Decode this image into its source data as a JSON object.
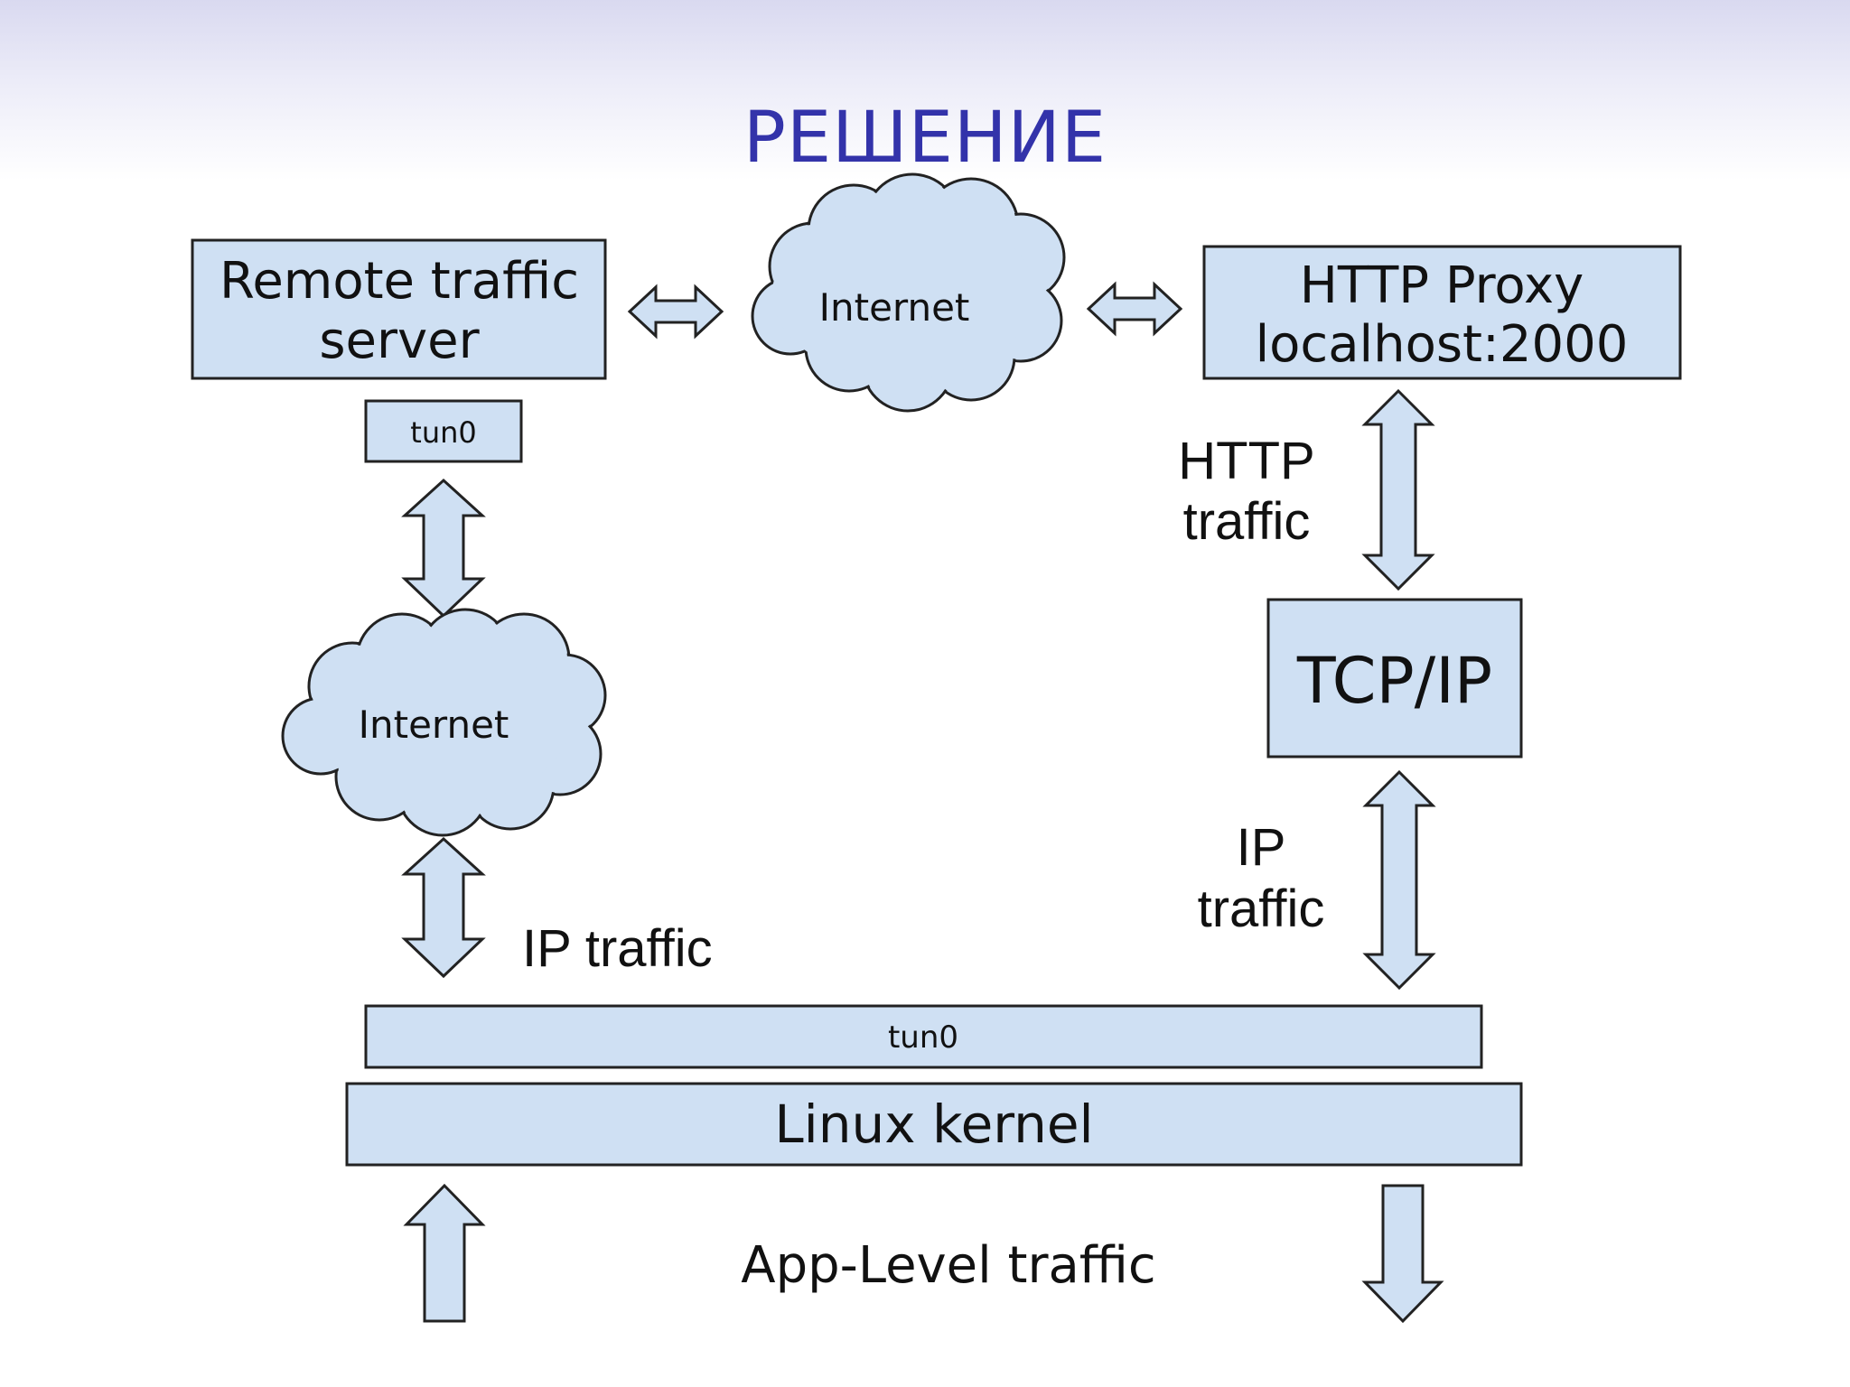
{
  "title": "РЕШЕНИЕ",
  "nodes": {
    "remote_server": {
      "line1": "Remote traffic",
      "line2": "server"
    },
    "remote_tun": "tun0",
    "internet_top": "Internet",
    "internet_left": "Internet",
    "http_proxy": {
      "line1": "HTTP Proxy",
      "line2": "localhost:2000"
    },
    "tcpip": "TCP/IP",
    "tun_bar": "tun0",
    "kernel": "Linux kernel"
  },
  "labels": {
    "http_traffic": {
      "line1": "HTTP",
      "line2": "traffic"
    },
    "ip_traffic_right": {
      "line1": "IP",
      "line2": "traffic"
    },
    "ip_traffic_left": "IP traffic",
    "app_level": "App-Level traffic"
  },
  "colors": {
    "box_fill": "#cfe0f3",
    "title": "#3333aa"
  }
}
